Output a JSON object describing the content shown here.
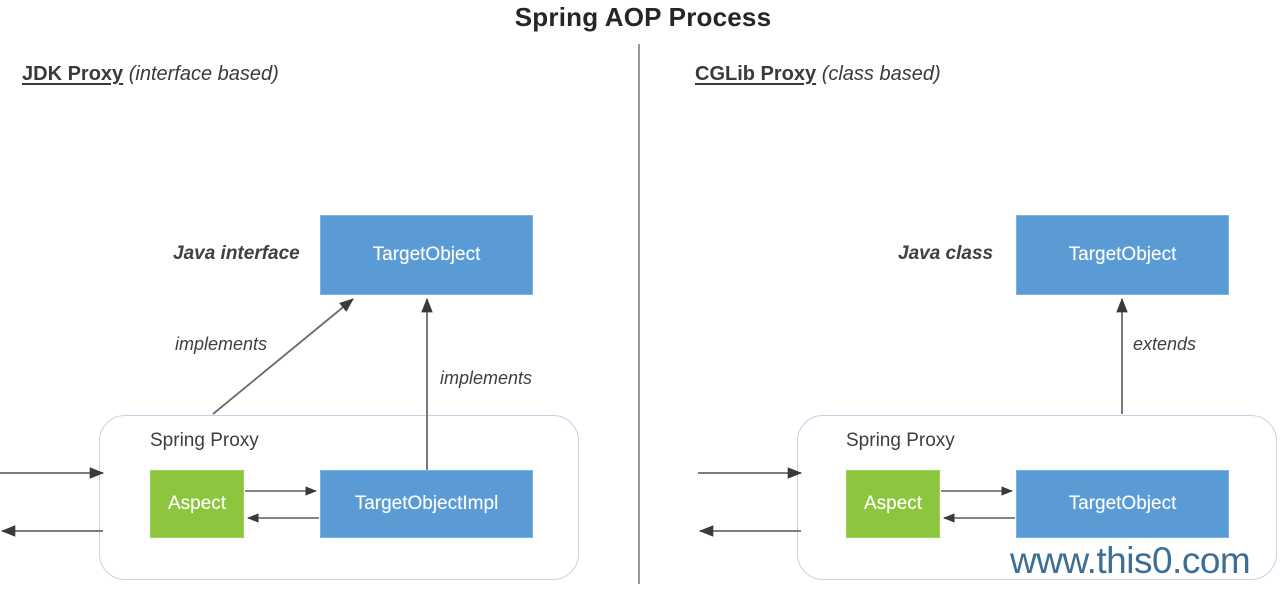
{
  "title": "Spring AOP Process",
  "divider": {
    "name": "vertical-divider"
  },
  "left_panel": {
    "heading_name": "JDK Proxy",
    "heading_qualifier": "(interface based)",
    "target_object_label": "TargetObject",
    "side_label": "Java interface",
    "relation_diagonal": "implements",
    "relation_vertical": "implements",
    "proxy_title": "Spring Proxy",
    "aspect_label": "Aspect",
    "impl_label": "TargetObjectImpl"
  },
  "right_panel": {
    "heading_name": "CGLib Proxy",
    "heading_qualifier": "(class based)",
    "target_object_label": "TargetObject",
    "side_label": "Java class",
    "relation_vertical": "extends",
    "proxy_title": "Spring Proxy",
    "aspect_label": "Aspect",
    "impl_label": "TargetObject"
  },
  "watermark": "www.this0.com",
  "colors": {
    "blue_node": "#5B9BD5",
    "green_node": "#8CC63F",
    "proxy_border": "#c3d4e8",
    "arrow": "#6b6b6b",
    "divider": "#9a9a9a",
    "watermark": "#3d6e93",
    "title": "#262626"
  }
}
